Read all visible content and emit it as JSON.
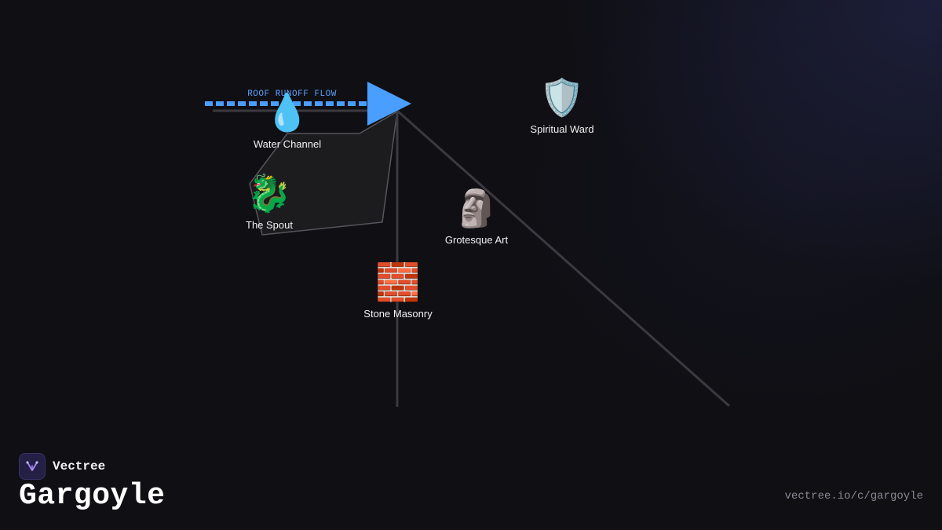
{
  "flow": {
    "label": "ROOF RUNOFF FLOW",
    "color": "#4a9eff"
  },
  "nodes": {
    "water_channel": {
      "icon": "water-drop-icon",
      "glyph": "💧",
      "label": "Water Channel"
    },
    "the_spout": {
      "icon": "dragon-icon",
      "glyph": "🐉",
      "label": "The Spout"
    },
    "spiritual_ward": {
      "icon": "shield-icon",
      "glyph": "🛡️",
      "label": "Spiritual Ward"
    },
    "grotesque_art": {
      "icon": "stone-head-icon",
      "glyph": "🗿",
      "label": "Grotesque Art"
    },
    "stone_masonry": {
      "icon": "brick-wall-icon",
      "glyph": "🧱",
      "label": "Stone Masonry"
    }
  },
  "brand": {
    "name": "Vectree",
    "logo_icon": "vectree-logo-icon",
    "logo_color": "#8b5cf6"
  },
  "page": {
    "title": "Gargoyle",
    "url": "vectree.io/c/gargoyle"
  },
  "colors": {
    "background": "#0f0f14",
    "lines": "#3a3a40",
    "shape_fill": "#1c1c1f"
  }
}
